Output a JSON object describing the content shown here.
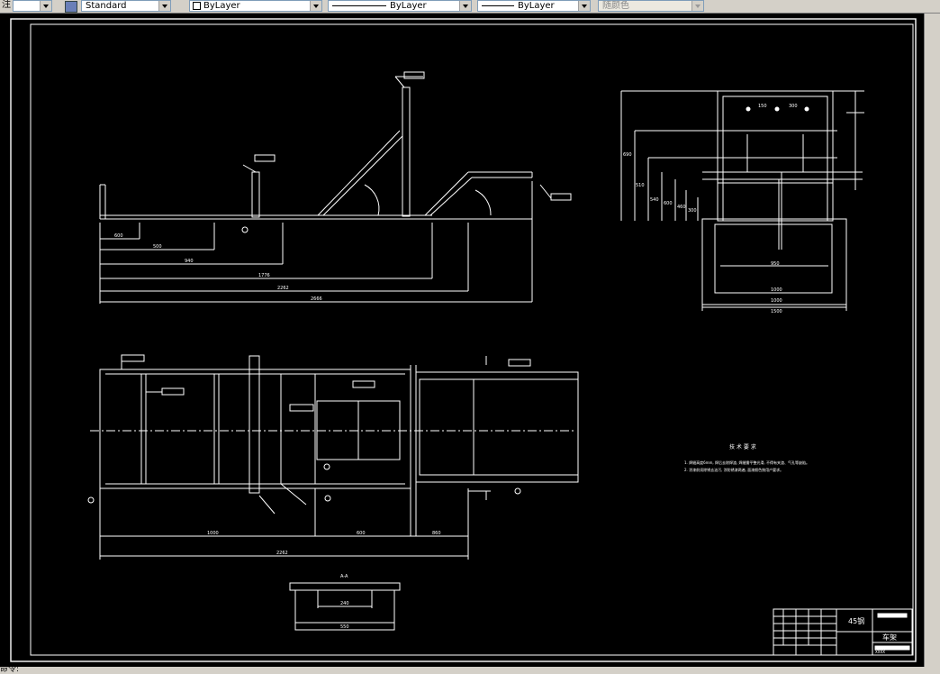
{
  "toolbar": {
    "annotation_label": "注",
    "text_style": "Standard",
    "layer_color": "ByLayer",
    "linetype": "ByLayer",
    "lineweight": "ByLayer",
    "plot_style": "随颜色"
  },
  "command_line": {
    "prompt": "命令:"
  },
  "drawing": {
    "dims_top_view": [
      "600",
      "500",
      "940",
      "1776",
      "2262",
      "2666"
    ],
    "dims_plan_view": [
      "1000",
      "600",
      "2262",
      "860"
    ],
    "dims_side_view": [
      "690",
      "510",
      "540",
      "600",
      "460",
      "300",
      "150",
      "300",
      "1000",
      "950",
      "1000",
      "1500"
    ],
    "dims_section": [
      "240",
      "550"
    ],
    "section_label": "A-A",
    "notes_title": "技 术 要 求",
    "notes": [
      "1. 焊缝高度6mm, 焊后去除焊渣, 焊缝需平整光滑, 不得有夹渣、气孔等缺陷。",
      "2. 涂漆前须除锈去油污, 涂防锈漆两遍, 面漆颜色按用户要求。"
    ],
    "title_block": {
      "material": "45钢",
      "name": "车架",
      "school": "XXXX"
    }
  }
}
